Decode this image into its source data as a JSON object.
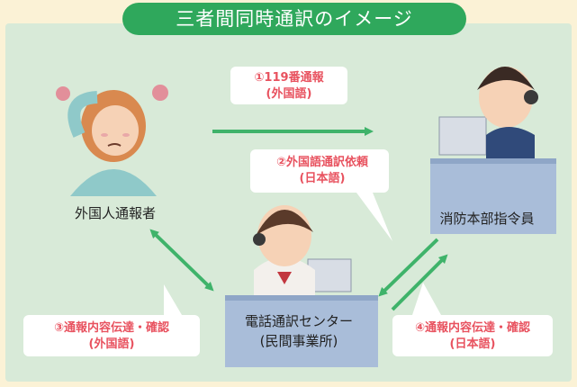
{
  "title": "三者間同時通訳のイメージ",
  "steps": [
    {
      "line1": "①119番通報",
      "line2": "(外国語)"
    },
    {
      "line1": "②外国語通訳依頼",
      "line2": "(日本語)"
    },
    {
      "line1": "③通報内容伝達・確認",
      "line2": "(外国語)"
    },
    {
      "line1": "④通報内容伝達・確認",
      "line2": "(日本語)"
    }
  ],
  "actors": {
    "caller": "外国人通報者",
    "dispatch": "消防本部指令員",
    "center_line1": "電話通訳センター",
    "center_line2": "(民間事業所)"
  },
  "colors": {
    "background": "#fbf2d6",
    "panel": "#d8ead8",
    "title_pill": "#2fa85c",
    "arrow": "#3fb36a",
    "step_text": "#e8525f",
    "desk": "#a9bdd9"
  }
}
